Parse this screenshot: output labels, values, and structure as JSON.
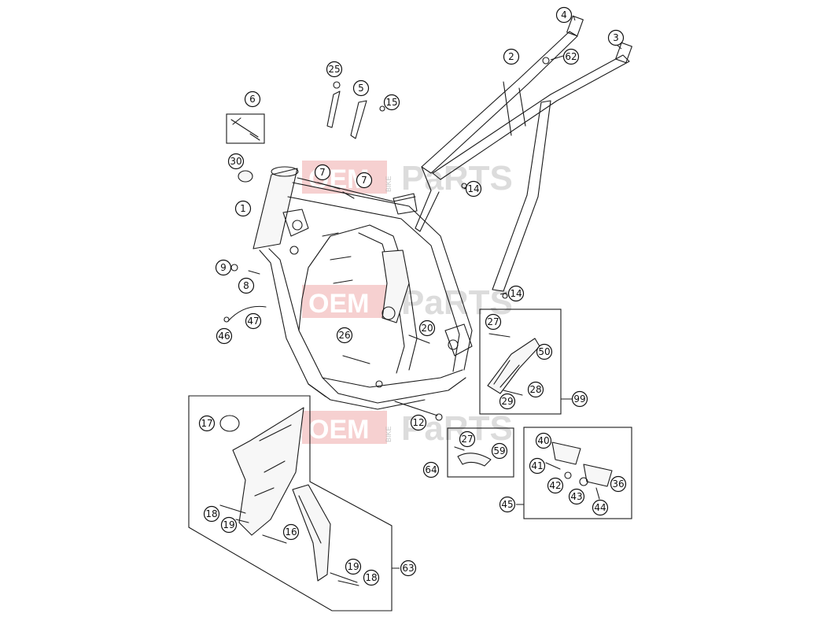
{
  "diagram": {
    "callouts": [
      {
        "id": "c1",
        "label": "1"
      },
      {
        "id": "c2",
        "label": "2"
      },
      {
        "id": "c3",
        "label": "3"
      },
      {
        "id": "c4",
        "label": "4"
      },
      {
        "id": "c5",
        "label": "5"
      },
      {
        "id": "c6",
        "label": "6"
      },
      {
        "id": "c7a",
        "label": "7"
      },
      {
        "id": "c7b",
        "label": "7"
      },
      {
        "id": "c8",
        "label": "8"
      },
      {
        "id": "c9",
        "label": "9"
      },
      {
        "id": "c12",
        "label": "12"
      },
      {
        "id": "c14a",
        "label": "14"
      },
      {
        "id": "c14b",
        "label": "14"
      },
      {
        "id": "c15",
        "label": "15"
      },
      {
        "id": "c16",
        "label": "16"
      },
      {
        "id": "c17",
        "label": "17"
      },
      {
        "id": "c18a",
        "label": "18"
      },
      {
        "id": "c18b",
        "label": "18"
      },
      {
        "id": "c19a",
        "label": "19"
      },
      {
        "id": "c19b",
        "label": "19"
      },
      {
        "id": "c20",
        "label": "20"
      },
      {
        "id": "c25",
        "label": "25"
      },
      {
        "id": "c26",
        "label": "26"
      },
      {
        "id": "c27a",
        "label": "27"
      },
      {
        "id": "c27b",
        "label": "27"
      },
      {
        "id": "c28",
        "label": "28"
      },
      {
        "id": "c29",
        "label": "29"
      },
      {
        "id": "c30",
        "label": "30"
      },
      {
        "id": "c36",
        "label": "36"
      },
      {
        "id": "c40",
        "label": "40"
      },
      {
        "id": "c41",
        "label": "41"
      },
      {
        "id": "c42",
        "label": "42"
      },
      {
        "id": "c43",
        "label": "43"
      },
      {
        "id": "c44",
        "label": "44"
      },
      {
        "id": "c45",
        "label": "45"
      },
      {
        "id": "c46",
        "label": "46"
      },
      {
        "id": "c47",
        "label": "47"
      },
      {
        "id": "c50",
        "label": "50"
      },
      {
        "id": "c59",
        "label": "59"
      },
      {
        "id": "c62",
        "label": "62"
      },
      {
        "id": "c63",
        "label": "63"
      },
      {
        "id": "c64",
        "label": "64"
      },
      {
        "id": "c99",
        "label": "99"
      }
    ]
  },
  "watermark": {
    "text_left": "OEM",
    "text_vertical": "BIKE",
    "text_right": "PaRTS"
  }
}
